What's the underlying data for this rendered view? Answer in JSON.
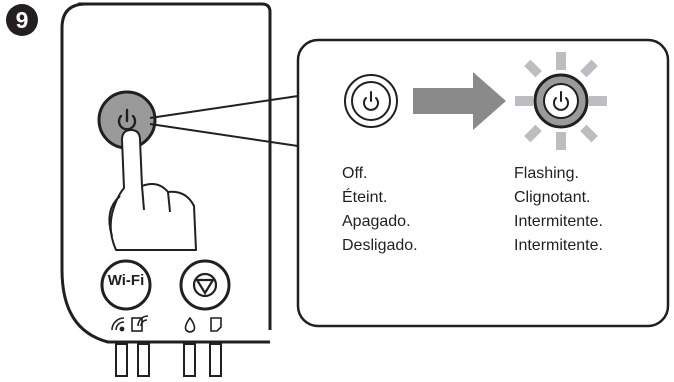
{
  "step": {
    "number": "9"
  },
  "printer": {
    "wifi_button_label": "Wi-Fi",
    "icons": [
      "power-icon",
      "wifi-status-icon",
      "wifi-direct-icon",
      "stop-icon",
      "ink-drop-icon",
      "paper-icon"
    ]
  },
  "states": {
    "off": {
      "labels": [
        "Off.",
        "Éteint.",
        "Apagado.",
        "Desligado."
      ]
    },
    "flashing": {
      "labels": [
        "Flashing.",
        "Clignotant.",
        "Intermitente.",
        "Intermitente."
      ]
    }
  },
  "colors": {
    "line": "#231f20",
    "button_gray": "#9a9a9a",
    "ray_gray": "#bcbdc0",
    "arrow_gray": "#8a8a8a"
  }
}
